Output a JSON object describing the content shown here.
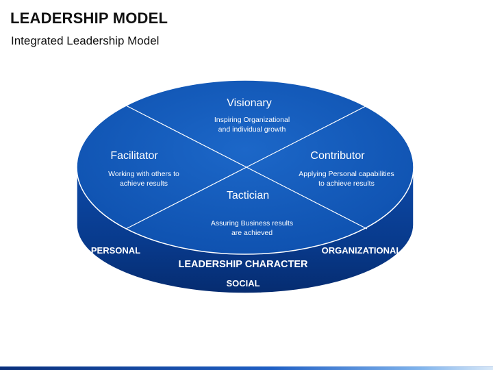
{
  "header": {
    "title": "LEADERSHIP MODEL",
    "subtitle": "Integrated Leadership Model"
  },
  "quadrants": {
    "top": {
      "title": "Visionary",
      "line1": "Inspiring Organizational",
      "line2": "and individual growth"
    },
    "left": {
      "title": "Facilitator",
      "line1": "Working with others to",
      "line2": "achieve results"
    },
    "right": {
      "title": "Contributor",
      "line1": "Applying Personal capabilities",
      "line2": "to achieve results"
    },
    "bottom": {
      "title": "Tactician",
      "line1": "Assuring Business results",
      "line2": "are achieved"
    }
  },
  "base_labels": {
    "left": "PERSONAL",
    "right": "ORGANIZATIONAL",
    "center": "LEADERSHIP CHARACTER",
    "bottom": "SOCIAL"
  },
  "colors": {
    "top_face": "#1359b8",
    "side": "#0a3e93",
    "outline": "#ffffff"
  }
}
